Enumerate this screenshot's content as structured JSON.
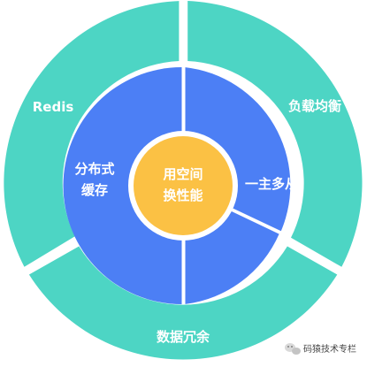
{
  "diagram": {
    "outer_ring": {
      "color": "#4dd5c4",
      "labels": {
        "top_left": "Redis",
        "top_right": "负载均衡",
        "bottom": "数据冗余"
      }
    },
    "inner_ring": {
      "color": "#4c7ff5",
      "labels": {
        "left_line1": "分布式",
        "left_line2": "缓存",
        "right": "一主多从"
      }
    },
    "center": {
      "color": "#fbc144",
      "line1": "用空间",
      "line2": "换性能"
    }
  },
  "watermark": {
    "text": "码猿技术专栏",
    "icon": "wechat-icon"
  }
}
